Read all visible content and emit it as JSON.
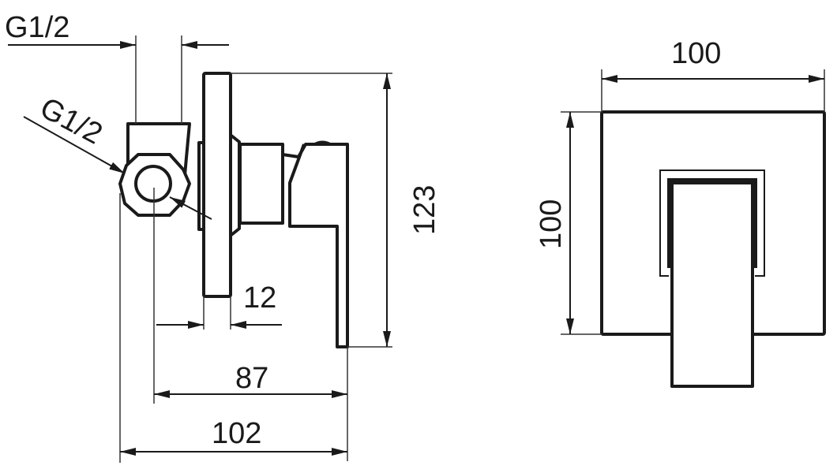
{
  "drawing": {
    "side_view": {
      "inlet_top_label": "G1/2",
      "inlet_side_label": "G1/2",
      "height_label": "123",
      "plate_thickness_label": "12",
      "projection_label": "87",
      "overall_depth_label": "102"
    },
    "front_view": {
      "width_label": "100",
      "height_label": "100"
    }
  }
}
